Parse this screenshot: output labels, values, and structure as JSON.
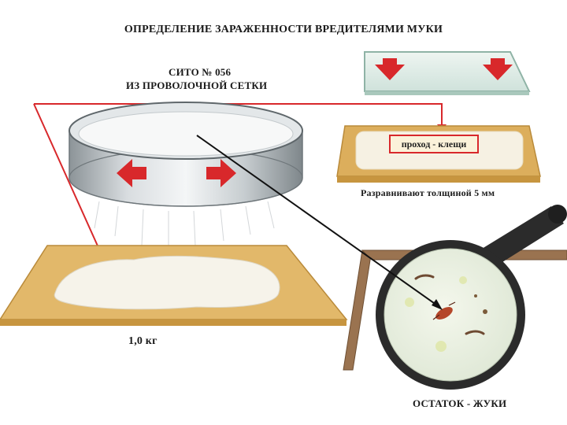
{
  "title": "ОПРЕДЕЛЕНИЕ ЗАРАЖЕННОСТИ ВРЕДИТЕЛЯМИ МУКИ",
  "sieve_label": {
    "line1": "СИТО № 056",
    "line2": "ИЗ ПРОВОЛОЧНОЙ СЕТКИ"
  },
  "through_label": "проход - клещи",
  "spread_label": "Разравнивают толщиной 5 мм",
  "weight_label": "1,0 кг",
  "remainder_label": "ОСТАТОК - ЖУКИ",
  "colors": {
    "arrow_red": "#d8282b",
    "board_wood": "#e2b86a",
    "flour": "#f6f3ea",
    "sieve_metal": "#9aa2a6",
    "magnifier_rim": "#2b2b2b"
  }
}
